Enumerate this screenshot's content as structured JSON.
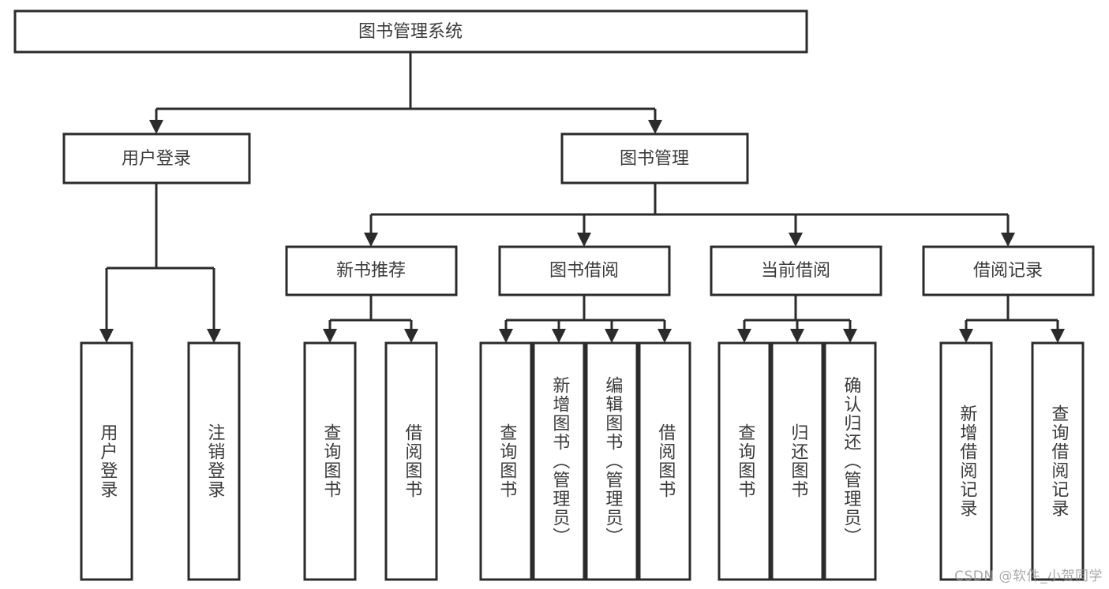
{
  "diagram": {
    "type": "hierarchy-tree",
    "title": "图书管理系统",
    "orientation": "top-down",
    "watermark": "CSDN @软件_小贺同学",
    "colors": {
      "box_stroke": "#2b2b2b",
      "box_fill": "#ffffff",
      "text": "#3a3a3a",
      "connector": "#2b2b2b",
      "watermark": "#9a9a9a"
    },
    "root": {
      "label": "图书管理系统",
      "level": 0
    },
    "level1": [
      {
        "label": "用户登录"
      },
      {
        "label": "图书管理"
      }
    ],
    "level2": [
      {
        "label": "新书推荐"
      },
      {
        "label": "图书借阅"
      },
      {
        "label": "当前借阅"
      },
      {
        "label": "借阅记录"
      }
    ],
    "leaves": {
      "user_login": [
        {
          "label": "用户登录"
        },
        {
          "label": "注销登录"
        }
      ],
      "new_book_recommend": [
        {
          "label": "查询图书"
        },
        {
          "label": "借阅图书"
        }
      ],
      "book_borrow": [
        {
          "label": "查询图书"
        },
        {
          "label": "新增图书（管理员）"
        },
        {
          "label": "编辑图书（管理员）"
        },
        {
          "label": "借阅图书"
        }
      ],
      "current_borrow": [
        {
          "label": "查询图书"
        },
        {
          "label": "归还图书"
        },
        {
          "label": "确认归还（管理员）"
        }
      ],
      "borrow_record": [
        {
          "label": "新增借阅记录"
        },
        {
          "label": "查询借阅记录"
        }
      ]
    },
    "edges": [
      {
        "from": "图书管理系统",
        "to": "用户登录"
      },
      {
        "from": "图书管理系统",
        "to": "图书管理"
      },
      {
        "from": "用户登录",
        "to": "用户登录"
      },
      {
        "from": "用户登录",
        "to": "注销登录"
      },
      {
        "from": "图书管理",
        "to": "新书推荐"
      },
      {
        "from": "图书管理",
        "to": "图书借阅"
      },
      {
        "from": "图书管理",
        "to": "当前借阅"
      },
      {
        "from": "图书管理",
        "to": "借阅记录"
      },
      {
        "from": "新书推荐",
        "to": "查询图书"
      },
      {
        "from": "新书推荐",
        "to": "借阅图书"
      },
      {
        "from": "图书借阅",
        "to": "查询图书"
      },
      {
        "from": "图书借阅",
        "to": "新增图书（管理员）"
      },
      {
        "from": "图书借阅",
        "to": "编辑图书（管理员）"
      },
      {
        "from": "图书借阅",
        "to": "借阅图书"
      },
      {
        "from": "当前借阅",
        "to": "查询图书"
      },
      {
        "from": "当前借阅",
        "to": "归还图书"
      },
      {
        "from": "当前借阅",
        "to": "确认归还（管理员）"
      },
      {
        "from": "借阅记录",
        "to": "新增借阅记录"
      },
      {
        "from": "借阅记录",
        "to": "查询借阅记录"
      }
    ]
  }
}
